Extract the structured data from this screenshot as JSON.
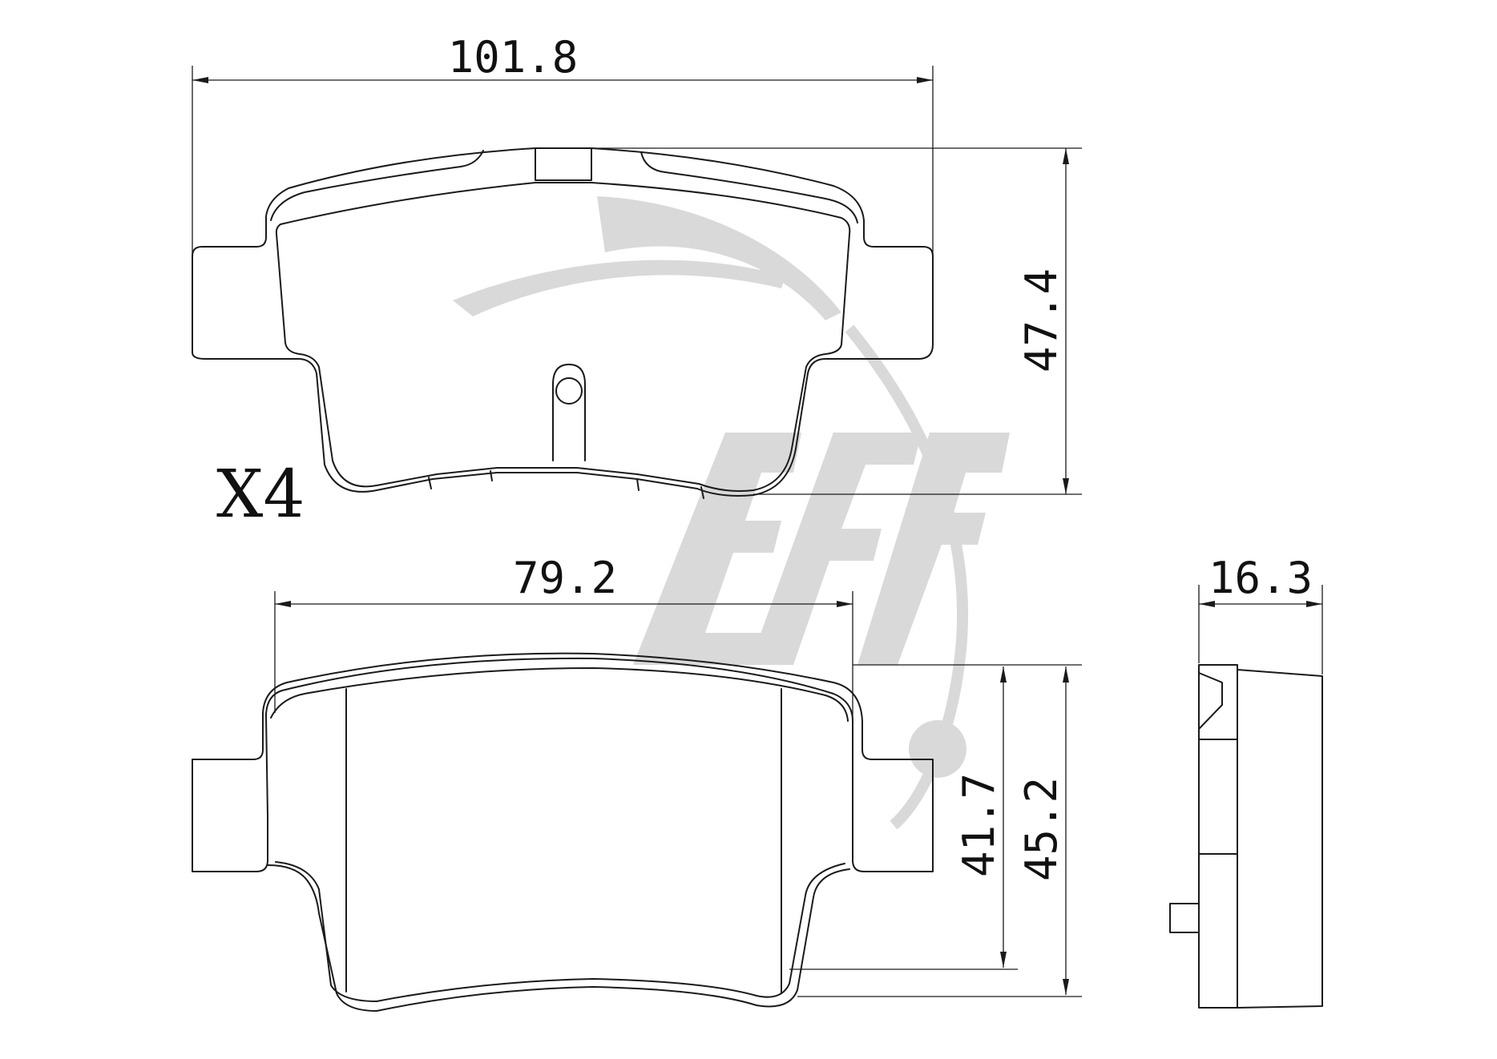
{
  "dimensions": {
    "top_width": "101.8",
    "top_height": "47.4",
    "bottom_width": "79.2",
    "bottom_height_inner": "41.7",
    "bottom_height_outer": "45.2",
    "side_thickness": "16.3"
  },
  "quantity_label": "X4",
  "watermark": {
    "color": "#d9d9d9",
    "icon": "etf-logo-watermark"
  },
  "line_color": "#1a1a1a"
}
